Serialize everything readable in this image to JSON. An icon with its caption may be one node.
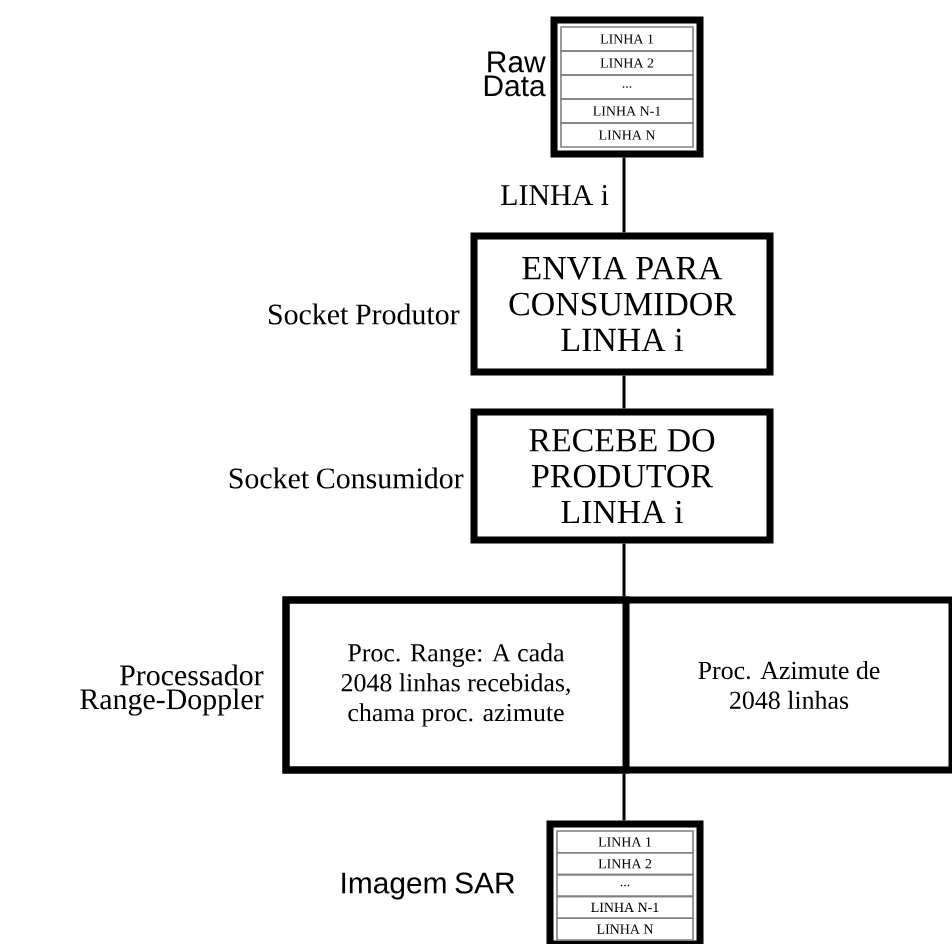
{
  "diagram": {
    "nodes": [
      {
        "text": [
          "Raw Data"
        ]
      },
      {
        "text": [
          "LINHA 1"
        ],
        "in": 0
      },
      {
        "text": [
          "LINHA 2"
        ],
        "in": 0
      },
      {
        "text": [
          "..."
        ],
        "in": 0
      },
      {
        "text": [
          "LINHA N-1"
        ],
        "in": 0
      },
      {
        "text": [
          "LINHA N"
        ],
        "in": 0
      },
      {
        "text": [
          "ENVIA PARA CONSUMIDOR LINHA i"
        ],
        "beside": [
          "Socket Produtor"
        ]
      },
      {
        "text": [
          "RECEBE DO PRODUTOR LINHA i"
        ],
        "beside": [
          "Socket Consumidor"
        ]
      },
      {
        "text": [],
        "beside": [
          "Processador Range-Doppler"
        ],
        "shape": "box"
      },
      {
        "text": [
          "Proc. Range: A cada 2048 linhas recebidas, chama proc. azimute"
        ],
        "in": 8
      },
      {
        "text": [
          "Proc. Azimute de 2048 linhas"
        ],
        "in": 8
      },
      {
        "text": [
          "Imagem SAR"
        ]
      },
      {
        "text": [
          "LINHA 1"
        ],
        "in": 11
      },
      {
        "text": [
          "LINHA 2"
        ],
        "in": 11
      },
      {
        "text": [
          "..."
        ],
        "in": 11
      },
      {
        "text": [
          "LINHA N-1"
        ],
        "in": 11
      },
      {
        "text": [
          "LINHA N"
        ],
        "in": 11
      }
    ],
    "edges": [
      {
        "from": 0,
        "to": 6,
        "arrow": "none",
        "label": "LINHA i"
      },
      {
        "from": 6,
        "to": 7,
        "arrow": "none"
      },
      {
        "from": 7,
        "to": 8,
        "arrow": "none"
      },
      {
        "from": 8,
        "to": 11,
        "arrow": "none"
      }
    ]
  }
}
